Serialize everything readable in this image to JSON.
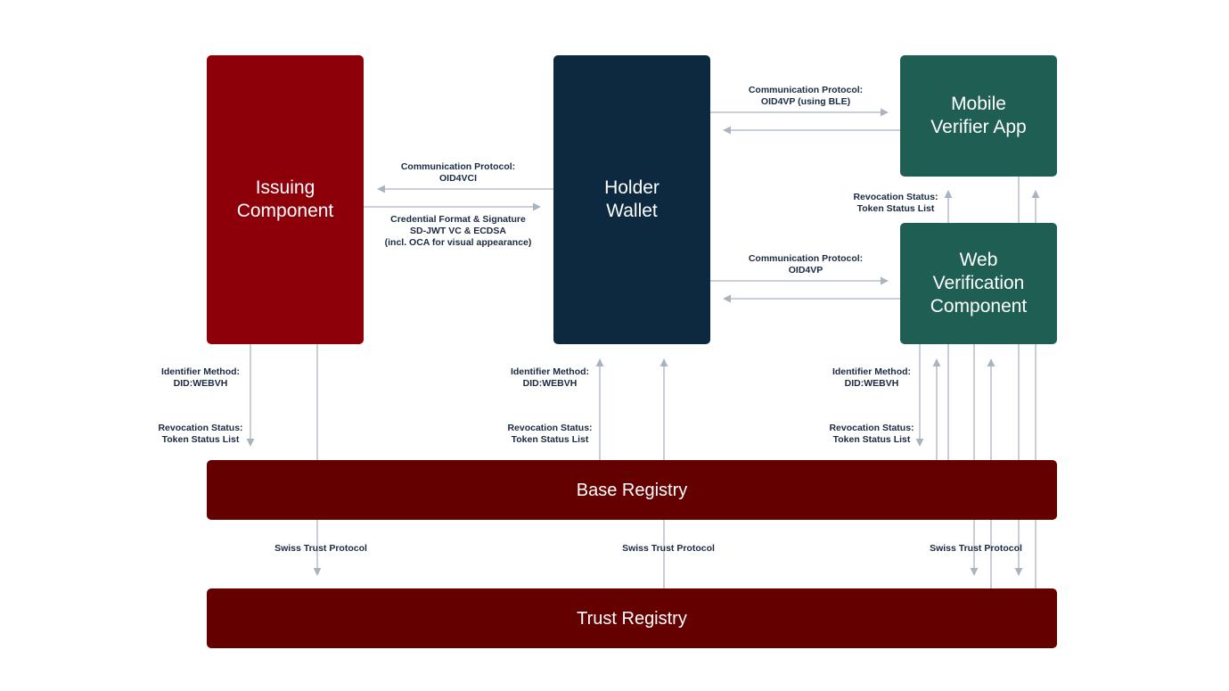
{
  "colors": {
    "issuing": "#8e0009",
    "holder": "#0c2940",
    "verifier": "#1f5e53",
    "registry": "#640000",
    "arrow": "#a9b4c0"
  },
  "boxes": {
    "issuing": "Issuing\nComponent",
    "holder": "Holder\nWallet",
    "mobile": "Mobile\nVerifier App",
    "web": "Web\nVerification\nComponent",
    "base_registry": "Base Registry",
    "trust_registry": "Trust Registry"
  },
  "labels": {
    "issuing_holder_protocol": "Communication Protocol:\nOID4VCI",
    "credential_format": "Credential Format & Signature\nSD-JWT VC & ECDSA\n(incl. OCA for visual appearance)",
    "holder_mobile_protocol": "Communication Protocol:\nOID4VP (using BLE)",
    "holder_web_protocol": "Communication Protocol:\nOID4VP",
    "mobile_revocation": "Revocation Status:\nToken Status List",
    "issuing_identifier": "Identifier Method:\nDID:WEBVH",
    "issuing_revocation": "Revocation Status:\nToken Status List",
    "holder_identifier": "Identifier Method:\nDID:WEBVH",
    "holder_revocation": "Revocation Status:\nToken Status List",
    "web_identifier": "Identifier Method:\nDID:WEBVH",
    "web_revocation": "Revocation Status:\nToken Status List",
    "trust_left": "Swiss Trust Protocol",
    "trust_mid": "Swiss Trust Protocol",
    "trust_right": "Swiss Trust Protocol"
  }
}
